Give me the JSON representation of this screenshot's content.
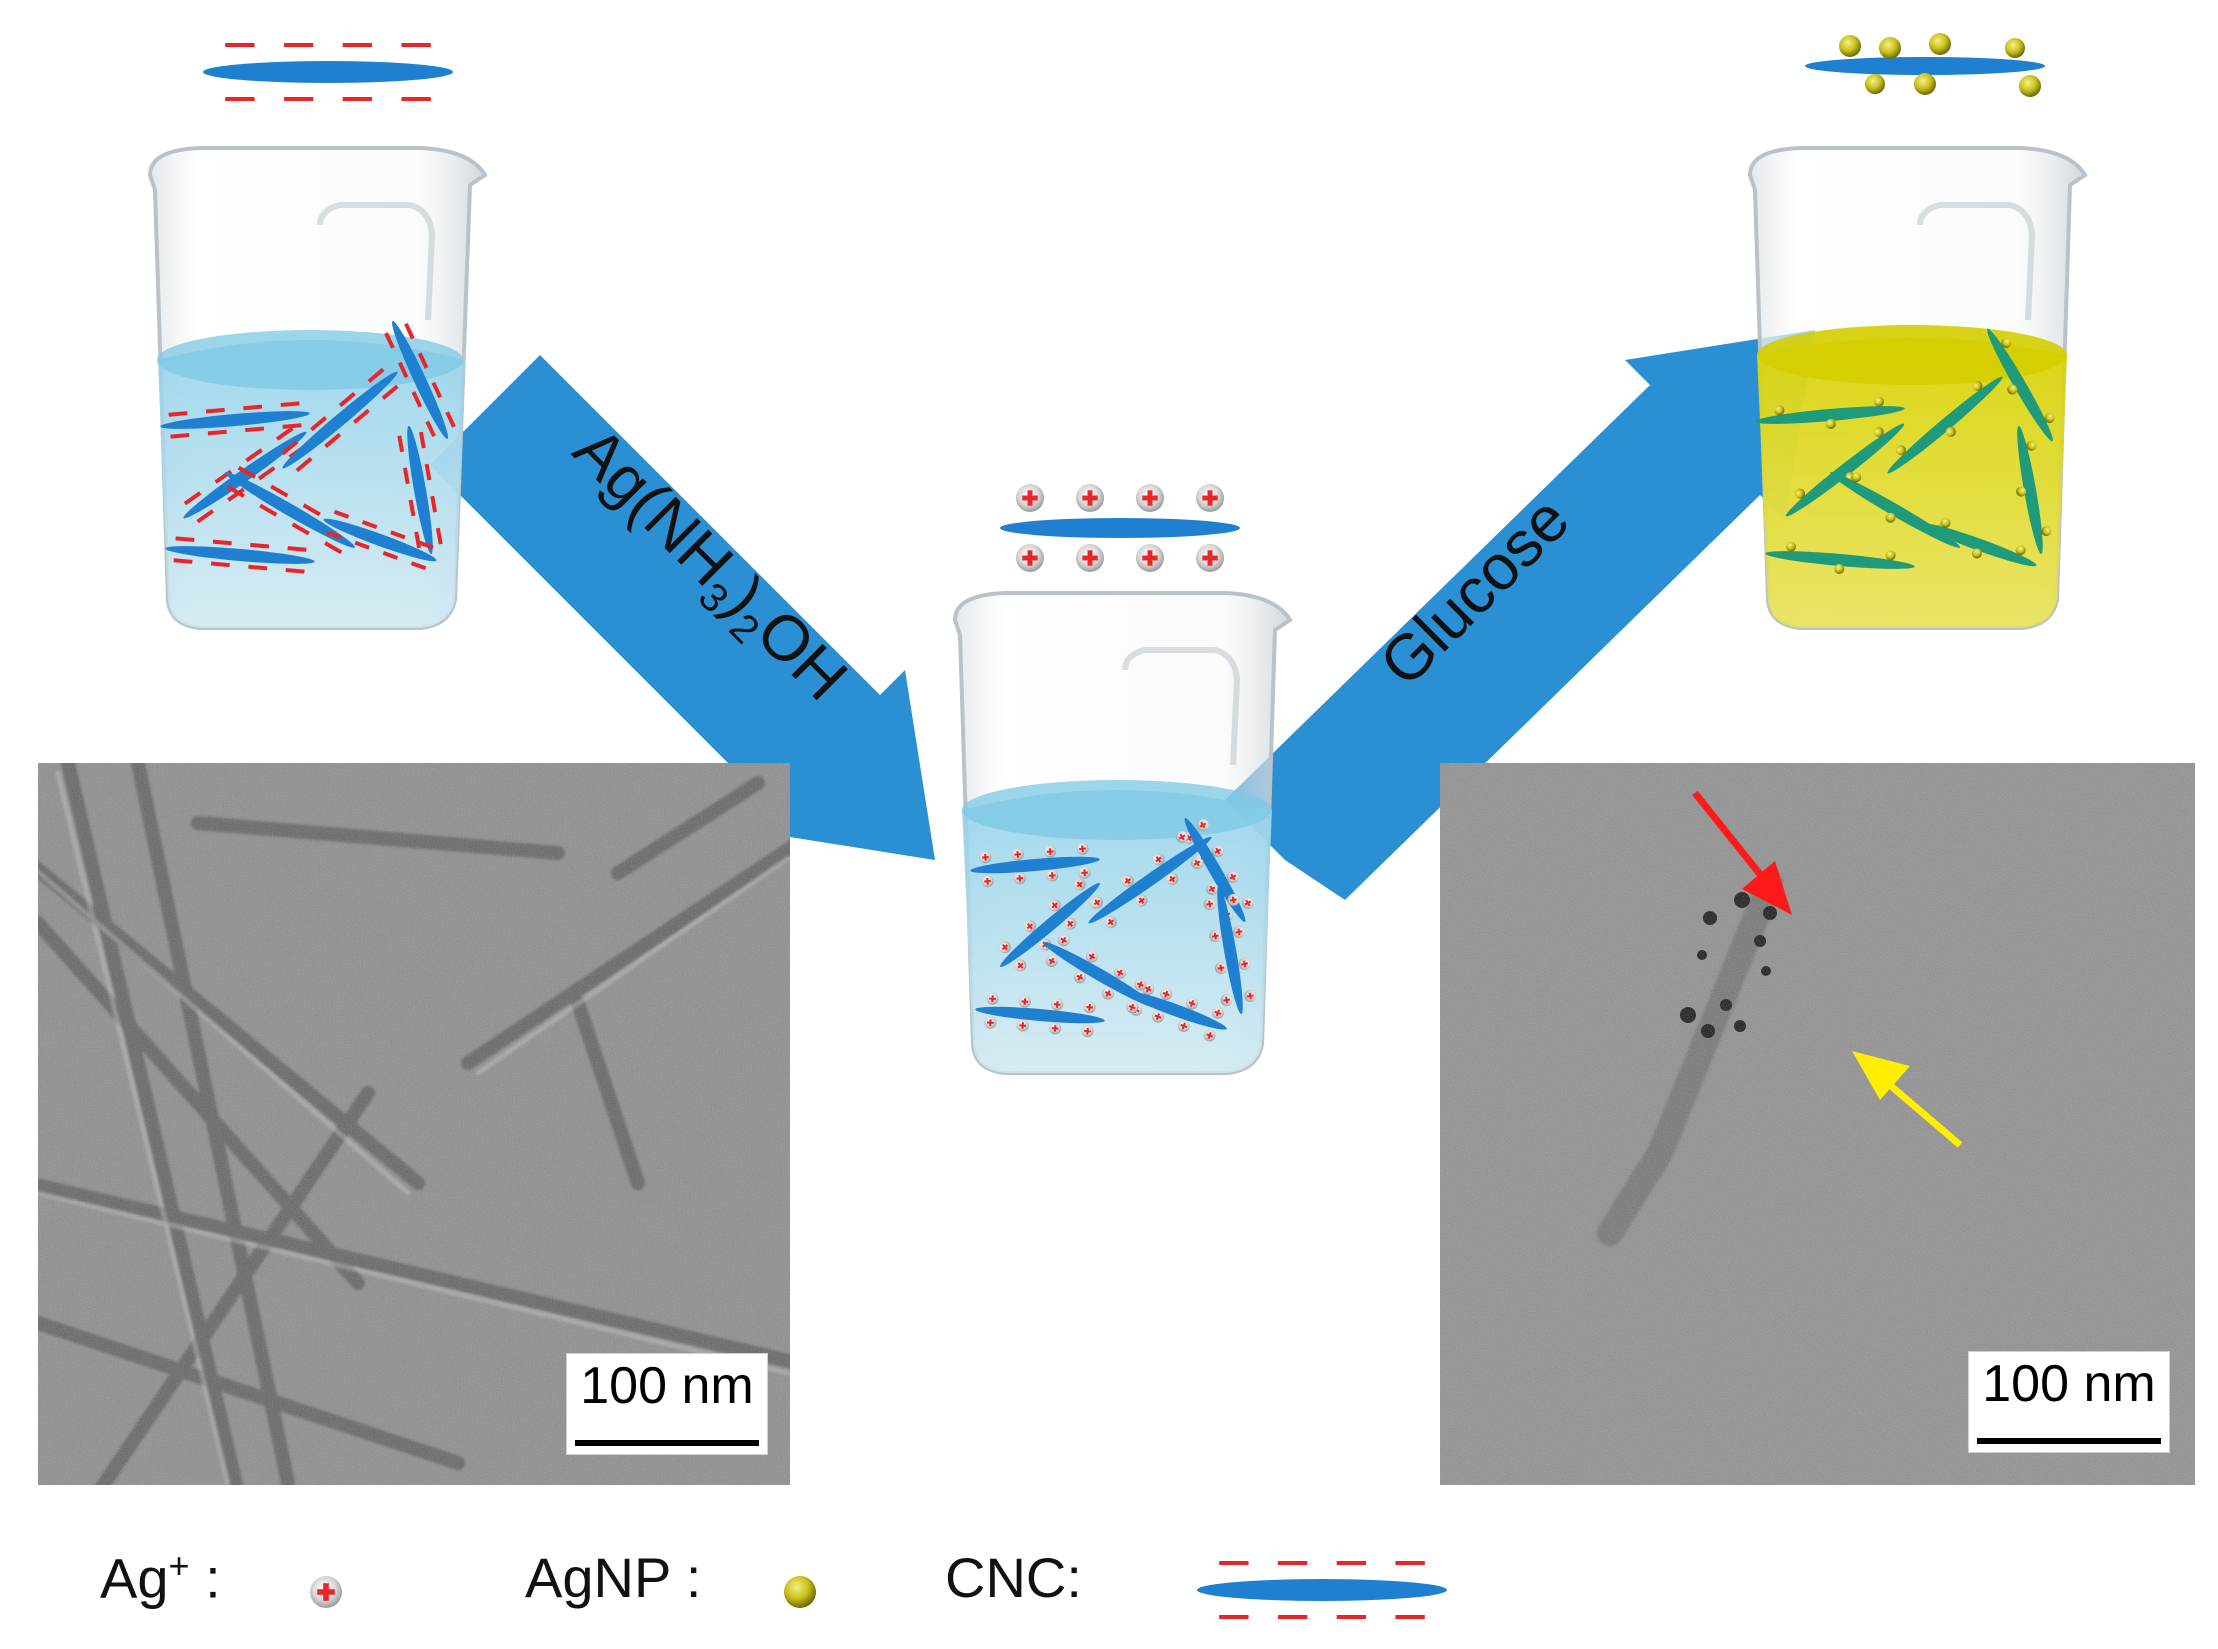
{
  "reagents": {
    "step1": {
      "main": "Ag(NH",
      "sub1": "3",
      "mid": ")",
      "sub2": "2",
      "tail": "OH"
    },
    "step2": "Glucose"
  },
  "micrographs": {
    "left": {
      "scale_label": "100 nm"
    },
    "right": {
      "scale_label": "100 nm"
    }
  },
  "legend": {
    "ag_ion": {
      "main": "Ag",
      "sup": "+",
      "colon": " :"
    },
    "agnp": "AgNP :",
    "cnc": "CNC:"
  },
  "colors": {
    "cnc_blue": "#1f7fd0",
    "arrow_blue": "#2a8fd3",
    "charge_red": "#e8262a",
    "agnp_yellow": "#c9c21a",
    "solution_blue": "#bfe3f0",
    "solution_yellow": "#d9d400",
    "arrow_red": "#ff1a1a",
    "arrow_yellow": "#ffee00"
  }
}
